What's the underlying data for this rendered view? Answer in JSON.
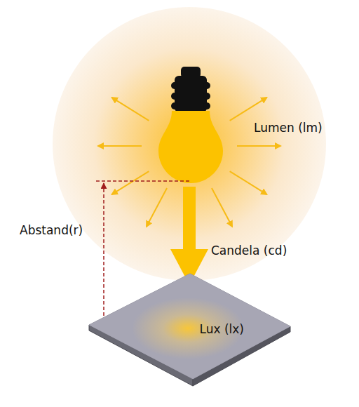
{
  "diagram": {
    "nodes": [
      {
        "text": [
          "Lux (lx)"
        ]
      }
    ],
    "labels": [
      "Lumen (lm)",
      "Candela (cd)",
      "Abstand(r)"
    ]
  }
}
